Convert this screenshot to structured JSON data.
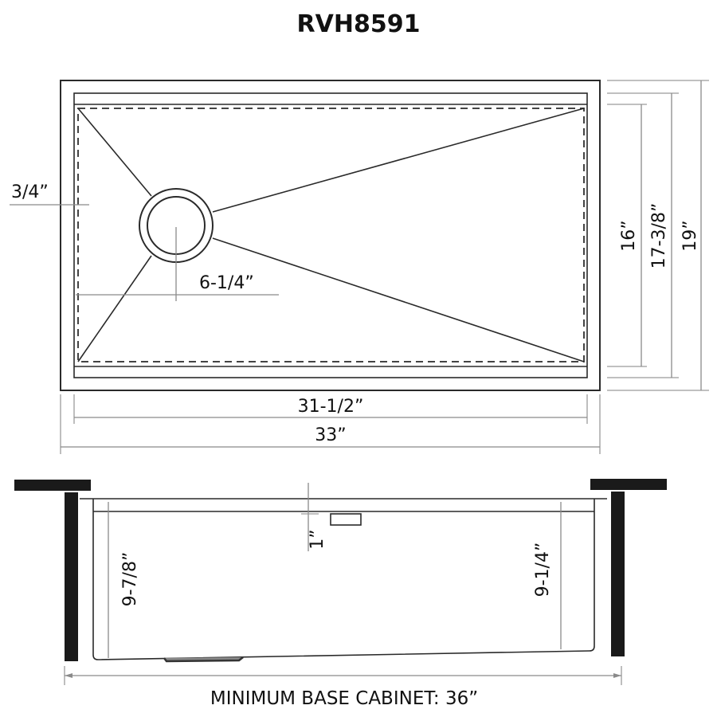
{
  "title": "RVH8591",
  "top_view": {
    "dims": {
      "flange_offset": "3/4”",
      "drain_offset": "6-1/4”",
      "inner_width": "31-1/2”",
      "outer_width": "33”",
      "basin_depth_front_back": "16”",
      "inner_height": "17-3/8”",
      "outer_height": "19”"
    }
  },
  "side_view": {
    "dims": {
      "lip": "1”",
      "depth_left": "9-7/8”",
      "depth_right": "9-1/4”"
    },
    "cabinet_label": "MINIMUM BASE CABINET: 36”"
  },
  "colors": {
    "line": "#2a2a2a",
    "dimension_line": "#8a8a8a",
    "text": "#111111",
    "background": "#ffffff"
  }
}
